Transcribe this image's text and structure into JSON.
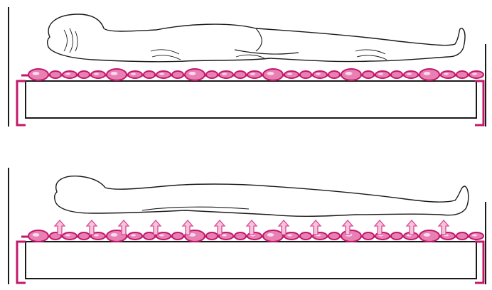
{
  "colors": {
    "ink": "#1a1a1a",
    "cushion": "#c2186b",
    "cushion_fill": "#e880b4",
    "cushion_highlight": "#ffffff",
    "arrow": "#d94a93",
    "arrow_fill": "#f4c4dc",
    "frame_fill": "#ffffff"
  },
  "panels": [
    {
      "id": "top",
      "description_state": "body-resting-on-cushions",
      "show_arrows": false
    },
    {
      "id": "bottom",
      "description_state": "body-lifted-by-air-arrows",
      "show_arrows": true
    }
  ],
  "icons": {
    "body": "person-lying-icon",
    "cushion": "air-cell-icon",
    "arrow": "up-arrow-icon",
    "frame": "bed-frame-icon"
  }
}
